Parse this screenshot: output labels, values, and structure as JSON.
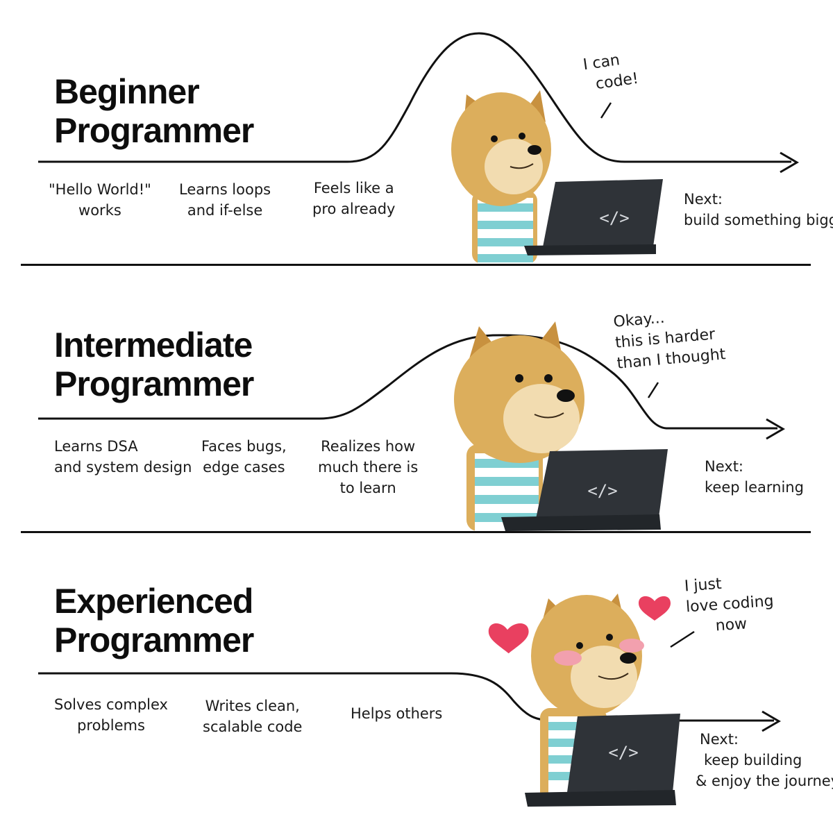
{
  "panels": [
    {
      "title": [
        "Beginner",
        "Programmer"
      ],
      "notes": [
        [
          "\"Hello World!\"",
          "works"
        ],
        [
          "Learns loops",
          "and if-else"
        ],
        [
          "Feels like a",
          "pro already"
        ]
      ],
      "next": [
        "Next:",
        "build something bigger"
      ],
      "speech": [
        "I can",
        "code!"
      ],
      "laptop_icon": "</>"
    },
    {
      "title": [
        "Intermediate",
        "Programmer"
      ],
      "notes": [
        [
          "Learns DSA",
          "and system design"
        ],
        [
          "Faces bugs,",
          "edge cases"
        ],
        [
          "Realizes how",
          "much there is",
          "to learn"
        ]
      ],
      "next": [
        "Next:",
        "keep learning"
      ],
      "speech": [
        "Okay...",
        "this is harder",
        "than I thought"
      ],
      "laptop_icon": "</>"
    },
    {
      "title": [
        "Experienced",
        "Programmer"
      ],
      "notes": [
        [
          "Solves complex",
          "problems"
        ],
        [
          "Writes clean,",
          "scalable code"
        ],
        [
          "Helps others"
        ]
      ],
      "next": [
        "Next:",
        "keep building",
        "& enjoy the journey"
      ],
      "speech": [
        "I just",
        "love coding",
        "now"
      ],
      "laptop_icon": "</>"
    }
  ],
  "colors": {
    "ink": "#111111",
    "fur": "#dcae5c",
    "fur_light": "#f2dcb0",
    "shirt_stripe": "#7fcfd2",
    "laptop": "#2f3338",
    "heart": "#e94060",
    "blush": "#f2a0ae"
  }
}
